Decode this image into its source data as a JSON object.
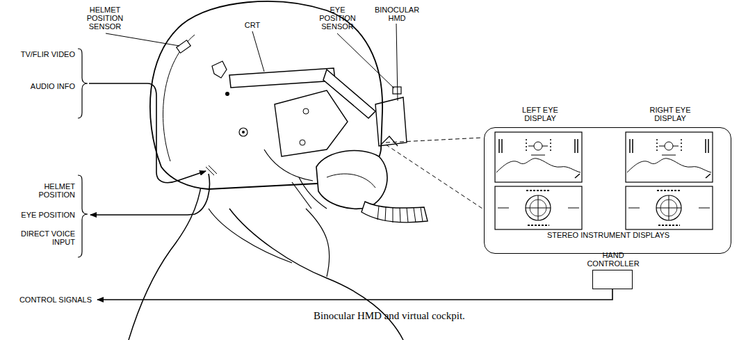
{
  "diagram": {
    "caption": "Binocular HMD and virtual cockpit.",
    "nodes": [
      {
        "text": [
          "LEFT EYE DISPLAY",
          "RIGHT EYE DISPLAY",
          "STEREO INSTRUMENT DISPLAYS"
        ]
      },
      {
        "text": [
          "HAND CONTROLLER"
        ]
      }
    ],
    "labels": [
      "HELMET POSITION SENSOR",
      "CRT",
      "EYE POSITION SENSOR",
      "BINOCULAR HMD",
      "TV/FLIR VIDEO",
      "AUDIO INFO",
      "HELMET POSITION",
      "EYE POSITION",
      "DIRECT VOICE INPUT",
      "CONTROL SIGNALS"
    ]
  }
}
